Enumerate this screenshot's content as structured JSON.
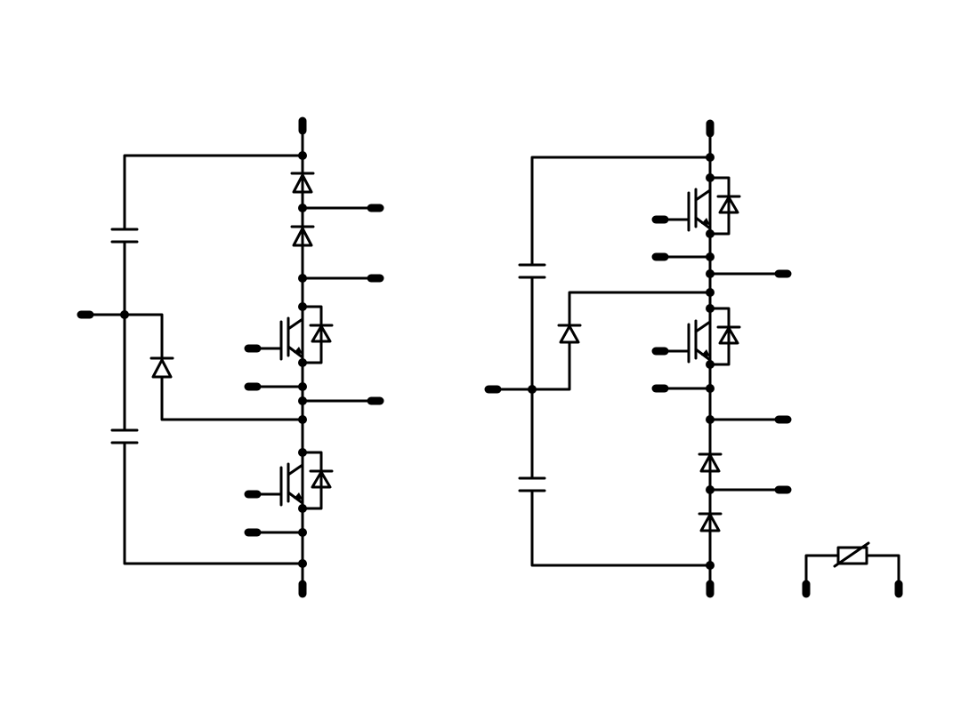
{
  "diagram": {
    "kind": "schematic",
    "background": "#ffffff",
    "ink": "#000000",
    "circuits": [
      {
        "id": "circuit-left",
        "components": [
          "capacitor",
          "capacitor",
          "diode",
          "diode",
          "diode",
          "igbt-with-antiparallel-diode",
          "igbt-with-antiparallel-diode"
        ]
      },
      {
        "id": "circuit-right",
        "components": [
          "capacitor",
          "capacitor",
          "diode",
          "diode",
          "diode",
          "igbt-with-antiparallel-diode",
          "igbt-with-antiparallel-diode"
        ]
      },
      {
        "id": "thermistor-ntc",
        "components": [
          "thermistor"
        ]
      }
    ],
    "icons": [
      "capacitor-icon",
      "diode-icon",
      "igbt-icon",
      "thermistor-icon",
      "terminal-icon",
      "junction-dot-icon"
    ]
  }
}
